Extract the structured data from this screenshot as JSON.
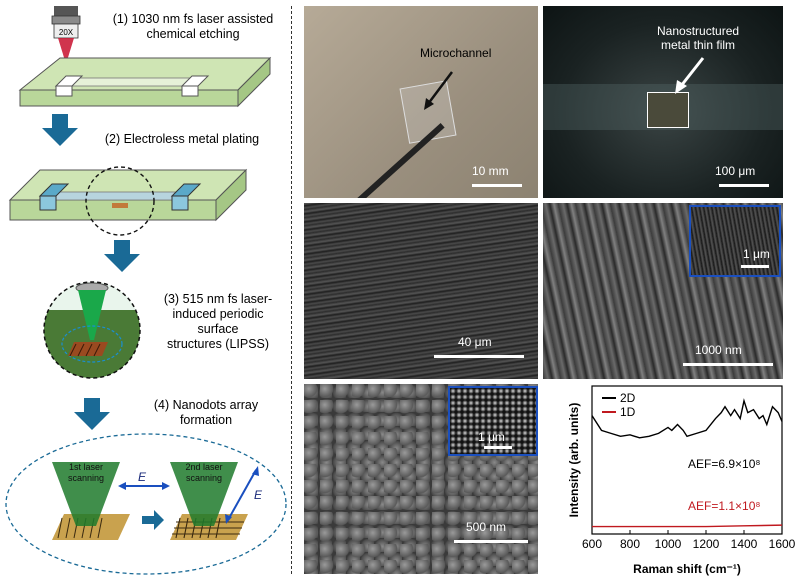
{
  "schematic": {
    "step1": [
      "(1) 1030 nm fs laser assisted",
      "chemical etching"
    ],
    "objective_label": "20X",
    "step2": "(2) Electroless metal plating",
    "step3": [
      "(3) 515 nm fs laser-",
      "induced periodic",
      "surface",
      "structures (LIPSS)"
    ],
    "step4": [
      "(4) Nanodots array",
      "formation"
    ],
    "first_scan": [
      "1st laser",
      "scanning"
    ],
    "second_scan": [
      "2nd laser",
      "scanning"
    ],
    "field_label": "E"
  },
  "photos": {
    "a": {
      "annotation": "Microchannel",
      "scale": "10 mm"
    },
    "b": {
      "annotation": [
        "Nanostructured",
        "metal thin film"
      ],
      "scale": "100 μm"
    },
    "c": {
      "scale": "40 μm"
    },
    "d": {
      "scale": "1000 nm",
      "inset_scale": "1 μm"
    },
    "e": {
      "scale": "500 nm",
      "inset_scale": "1 μm"
    }
  },
  "colors": {
    "accent_blue": "#1a6a96",
    "inset_border": "#1a4fbf",
    "line_2d": "#000000",
    "line_1d": "#c0191f"
  },
  "chart_data": {
    "type": "line",
    "xlabel": "Raman shift (cm⁻¹)",
    "ylabel": "Intensity (arb. units)",
    "xlim": [
      600,
      1600
    ],
    "x_ticks": [
      "600",
      "800",
      "1000",
      "1200",
      "1400",
      "1600"
    ],
    "legend": "top-left",
    "series": [
      {
        "name": "2D",
        "color": "#000000",
        "x": [
          600,
          650,
          700,
          750,
          800,
          850,
          900,
          950,
          1000,
          1020,
          1050,
          1080,
          1100,
          1150,
          1200,
          1250,
          1280,
          1300,
          1330,
          1350,
          1380,
          1400,
          1420,
          1450,
          1480,
          1500,
          1520,
          1550,
          1580,
          1600
        ],
        "y": [
          0.8,
          0.7,
          0.68,
          0.66,
          0.67,
          0.65,
          0.66,
          0.68,
          0.72,
          0.7,
          0.74,
          0.7,
          0.66,
          0.68,
          0.7,
          0.78,
          0.82,
          0.86,
          0.8,
          0.84,
          0.78,
          0.9,
          0.82,
          0.84,
          0.78,
          0.8,
          0.74,
          0.86,
          0.82,
          0.76
        ]
      },
      {
        "name": "1D",
        "color": "#c0191f",
        "x": [
          600,
          800,
          1000,
          1200,
          1400,
          1600
        ],
        "y": [
          0.05,
          0.05,
          0.05,
          0.05,
          0.055,
          0.06
        ]
      }
    ],
    "annotations": [
      "AEF=6.9×10⁸",
      "AEF=1.1×10⁸"
    ]
  }
}
